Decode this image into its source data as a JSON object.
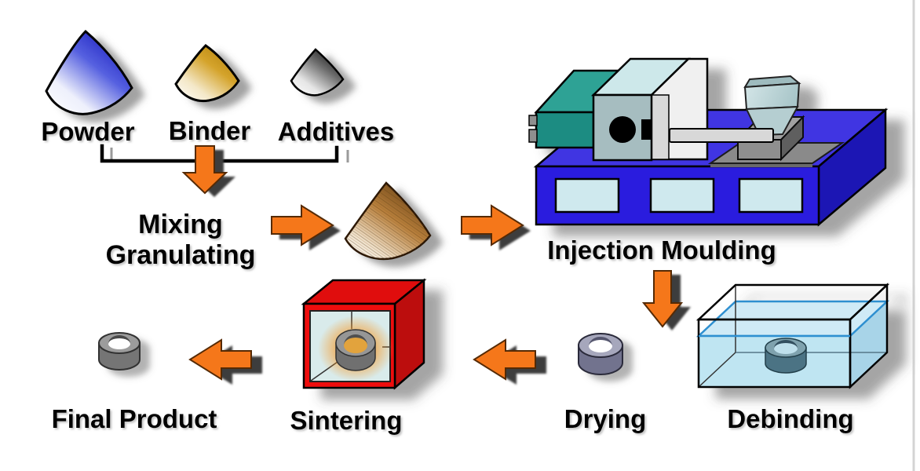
{
  "figure": {
    "type": "process-flow-diagram",
    "topic": "Powder Injection Moulding process flow",
    "process_flow": [
      "Powder",
      "Binder",
      "Additives",
      "Mixing Granulating",
      "Injection Moulding",
      "Debinding",
      "Drying",
      "Sintering",
      "Final Product"
    ]
  },
  "labels": {
    "powder": "Powder",
    "binder": "Binder",
    "additives": "Additives",
    "mixing": "Mixing",
    "granulating": "Granulating",
    "injection_moulding": "Injection Moulding",
    "debinding": "Debinding",
    "drying": "Drying",
    "sintering": "Sintering",
    "final_product": "Final Product"
  },
  "colors": {
    "arrow_orange": "#F5771A",
    "powder_cone_blue": "#1012B8",
    "binder_cone_gold": "#B07E08",
    "additives_cone_black": "#0A0A0A",
    "feedstock_cone_brown": "#5E3A10",
    "machine_base_blue": "#2B1FDE",
    "machine_panel_blue": "#CFE9EE",
    "motor_teal": "#1E8C82",
    "furnace_red": "#EE1010",
    "furnace_window": "#D9EBEB",
    "furnace_glow": "#F7941D",
    "water_blue": "#BFE5F2",
    "waterline_blue": "#2E8FD0",
    "part_gray": "#757575",
    "background": "#FFFFFF"
  }
}
